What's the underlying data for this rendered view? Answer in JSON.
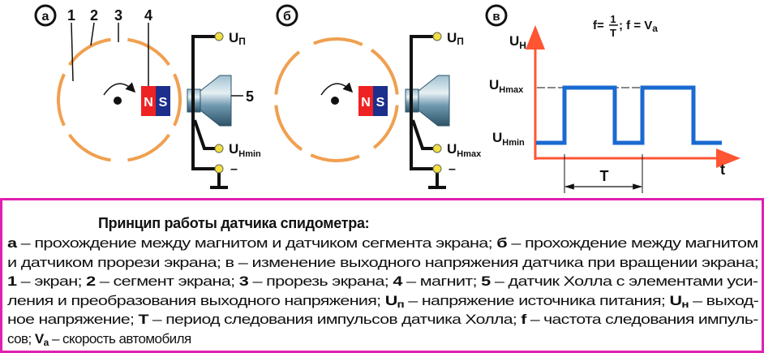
{
  "diagram": {
    "panel_a": {
      "badge": "а",
      "labels": [
        "1",
        "2",
        "3",
        "4"
      ],
      "magnet_n": "N",
      "magnet_s": "S",
      "sensor_label": "5",
      "up": "U",
      "up_sub": "П",
      "out": "U",
      "out_sub": "Hmin",
      "ground": "–"
    },
    "panel_b": {
      "badge": "б",
      "magnet_n": "N",
      "magnet_s": "S",
      "up": "U",
      "up_sub": "П",
      "out": "U",
      "out_sub": "Hmax",
      "ground": "–"
    },
    "panel_c": {
      "badge": "в",
      "formula_f": "f=",
      "formula_num": "1",
      "formula_den": "T",
      "formula_rest": "; f = V",
      "formula_sub": "a",
      "y_axis": "U",
      "y_axis_sub": "H",
      "umax": "U",
      "umax_sub": "Hmax",
      "umin": "U",
      "umin_sub": "Hmin",
      "x_axis": "t",
      "period": "T"
    },
    "colors": {
      "screen": "#f0a050",
      "north": "#ee2222",
      "south": "#1c2f8c",
      "signal": "#1a6ad0",
      "axis": "#ff5533",
      "frame": "#e020b0",
      "terminal": "#f0e040"
    }
  },
  "caption": {
    "title": "Принцип работы датчика спидометра:",
    "lines": [
      [
        {
          "t": "а",
          "b": true
        },
        {
          "t": " – прохождение между магнитом и датчиком сегмента экрана; "
        },
        {
          "t": "б",
          "b": true
        },
        {
          "t": " – прохождение между магнитом"
        }
      ],
      [
        {
          "t": "и датчиком прорези экрана; в – изменение выходного напряжения датчика при вращении экрана;"
        }
      ],
      [
        {
          "t": "1",
          "b": true
        },
        {
          "t": " – экран; "
        },
        {
          "t": "2",
          "b": true
        },
        {
          "t": " – сегмент экрана; "
        },
        {
          "t": "3",
          "b": true
        },
        {
          "t": " – прорезь экрана; "
        },
        {
          "t": "4",
          "b": true
        },
        {
          "t": " – магнит; "
        },
        {
          "t": "5",
          "b": true
        },
        {
          "t": " – датчик Холла с элементами уси-"
        }
      ],
      [
        {
          "t": "ления и преобразования выходного напряжения; "
        },
        {
          "t": "U",
          "b": true
        },
        {
          "t": "п",
          "sub": true
        },
        {
          "t": " – напряжение источника питания; "
        },
        {
          "t": "U",
          "b": true
        },
        {
          "t": "н",
          "sub": true
        },
        {
          "t": " – выход-"
        }
      ],
      [
        {
          "t": "ное напряжение; "
        },
        {
          "t": "T",
          "b": true
        },
        {
          "t": " – период следования импульсов датчика Холла; "
        },
        {
          "t": "f",
          "b": true
        },
        {
          "t": " – частота следования импуль-"
        }
      ],
      [
        {
          "t": "сов; "
        },
        {
          "t": "V",
          "b": true
        },
        {
          "t": "a",
          "sub": true
        },
        {
          "t": " – скорость автомобиля"
        }
      ]
    ]
  }
}
